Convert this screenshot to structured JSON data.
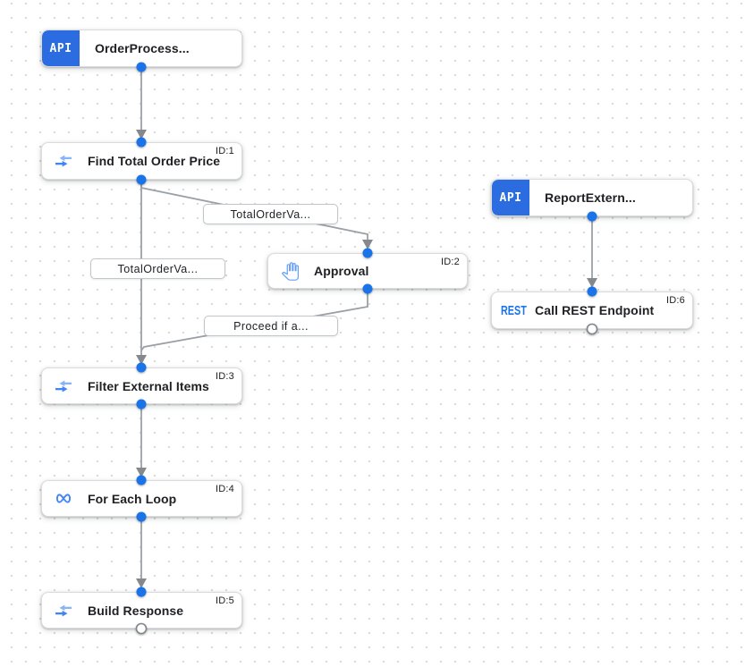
{
  "nodes": {
    "order_process": {
      "badge": "API",
      "title": "OrderProcess..."
    },
    "find_total_order_price": {
      "title": "Find Total Order Price",
      "id": "ID:1"
    },
    "approval": {
      "title": "Approval",
      "id": "ID:2"
    },
    "filter_external_items": {
      "title": "Filter External Items",
      "id": "ID:3"
    },
    "for_each_loop": {
      "title": "For Each Loop",
      "id": "ID:4"
    },
    "build_response": {
      "title": "Build Response",
      "id": "ID:5"
    },
    "report_extern": {
      "badge": "API",
      "title": "ReportExtern..."
    },
    "call_rest_endpoint": {
      "badge": "REST",
      "title": "Call REST Endpoint",
      "id": "ID:6"
    }
  },
  "edge_labels": {
    "find_to_approval": "TotalOrderVa...",
    "find_to_filter": "TotalOrderVa...",
    "approval_to_filter": "Proceed if a..."
  },
  "icons": {
    "api_trigger": "api-badge",
    "data_mapping": "merge-arrows-icon",
    "approval": "hand-icon",
    "for_each": "infinity-icon",
    "rest_task": "rest-text-icon"
  },
  "colors": {
    "badge_blue": "#2b6de0",
    "accent_blue": "#1a73e8",
    "icon_blue": "#4285f4",
    "icon_blue_light": "#8ab4f8",
    "icon_blue_hand": "#669df6",
    "edge_gray": "#9aa0a6",
    "arrow_gray": "#85898e",
    "node_border": "#dadce0",
    "dot_grid": "#d9d9d9",
    "text_dark": "#202124"
  }
}
